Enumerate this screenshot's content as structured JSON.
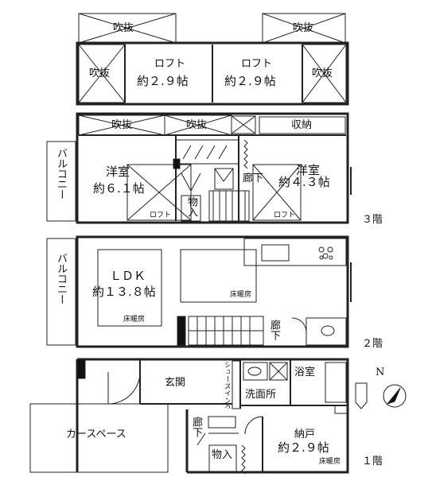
{
  "loft_floor": {
    "fukinuke": "吹抜",
    "loft_label": "ロフト",
    "loft_left_area": "約２.９帖",
    "loft_right_area": "約２.９帖"
  },
  "floor3": {
    "fukinuke": "吹抜",
    "storage": "収納",
    "balcony": "バルコニー",
    "room_label": "洋室",
    "room_left_area": "約６.１帖",
    "room_right_area": "約４.３帖",
    "closet": "物入",
    "hall": "廊下",
    "loft": "ロフト",
    "floor_label": "３階"
  },
  "floor2": {
    "balcony": "バルコニー",
    "ldk_label": "ＬＤＫ",
    "ldk_area": "約１３.８帖",
    "floor_heating": "床暖房",
    "hall": "廊下",
    "floor_label": "２階"
  },
  "floor1": {
    "entrance": "玄関",
    "shoes_closet": "シューズインクローゼット",
    "bathroom": "浴室",
    "washroom": "洗面所",
    "hall": "廊下",
    "closet": "物入",
    "storeroom_label": "納戸",
    "storeroom_area": "約２.９帖",
    "floor_heating": "床暖房",
    "car_space": "カースペース",
    "floor_label": "１階"
  },
  "compass": {
    "north": "N"
  }
}
